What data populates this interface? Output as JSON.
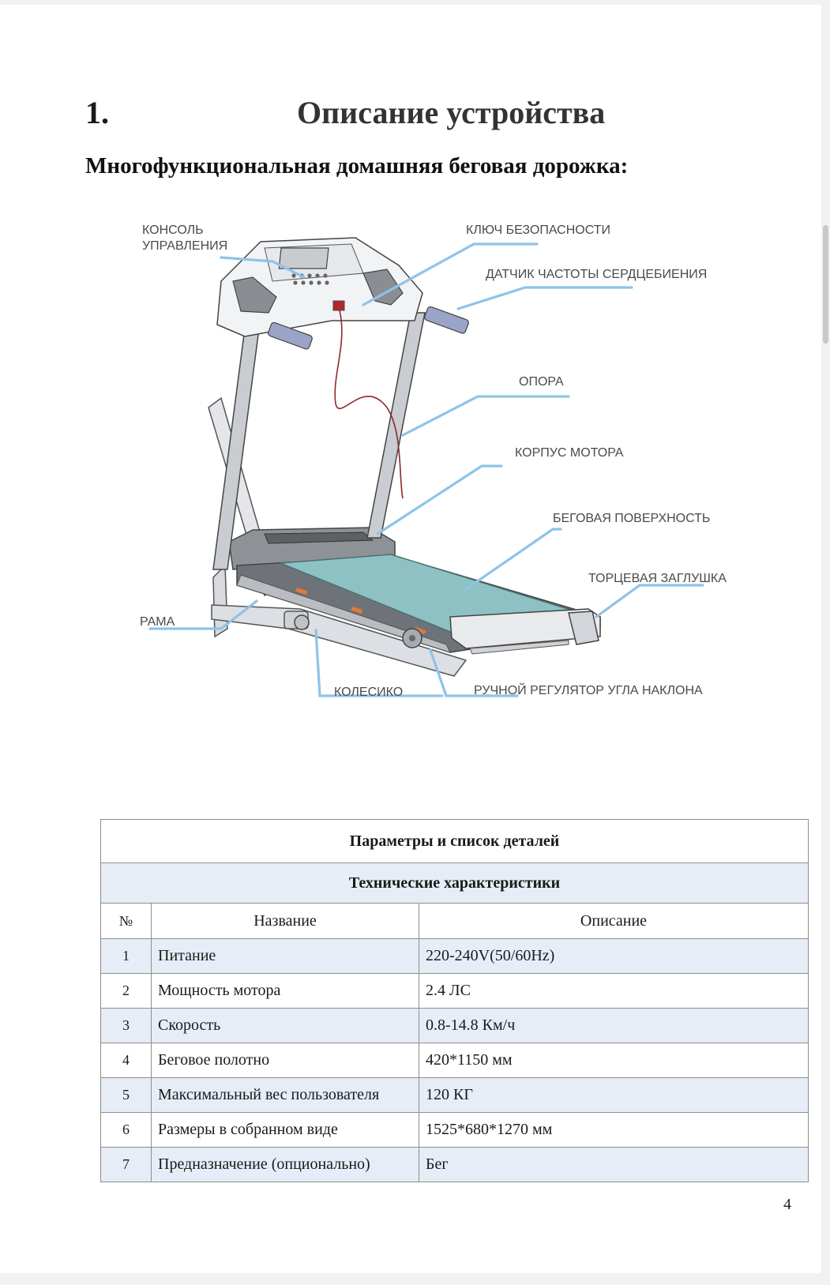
{
  "section": {
    "number": "1.",
    "title": "Описание устройства",
    "subtitle": "Многофункциональная домашняя беговая дорожка:"
  },
  "diagram": {
    "labels": {
      "console_line1": "КОНСОЛЬ",
      "console_line2": "УПРАВЛЕНИЯ",
      "safety_key": "КЛЮЧ БЕЗОПАСНОСТИ",
      "heart_rate": "ДАТЧИК ЧАСТОТЫ СЕРДЦЕБИЕНИЯ",
      "support": "ОПОРА",
      "motor_cover": "КОРПУС МОТОРА",
      "running_surface": "БЕГОВАЯ ПОВЕРХНОСТЬ",
      "end_cap": "ТОРЦЕВАЯ ЗАГЛУШКА",
      "frame": "РАМА",
      "wheel": "КОЛЕСИКО",
      "incline_adjuster": "РУЧНОЙ РЕГУЛЯТОР УГЛА НАКЛОНА"
    }
  },
  "table": {
    "title": "Параметры и список деталей",
    "subtitle": "Технические характеристики",
    "headers": {
      "num": "№",
      "name": "Название",
      "desc": "Описание"
    },
    "rows": [
      {
        "num": "1",
        "name": "Питание",
        "desc": "220-240V(50/60Hz)"
      },
      {
        "num": "2",
        "name": "Мощность мотора",
        "desc": "2.4 ЛС"
      },
      {
        "num": "3",
        "name": "Скорость",
        "desc": "0.8-14.8 Км/ч"
      },
      {
        "num": "4",
        "name": "Беговое полотно",
        "desc": "420*1150 мм"
      },
      {
        "num": "5",
        "name": "Максимальный вес пользователя",
        "desc": "120 КГ"
      },
      {
        "num": "6",
        "name": "Размеры в собранном виде",
        "desc": "1525*680*1270 мм"
      },
      {
        "num": "7",
        "name": "Предназначение (опционально)",
        "desc": "Бег"
      }
    ]
  },
  "page_number": "4"
}
